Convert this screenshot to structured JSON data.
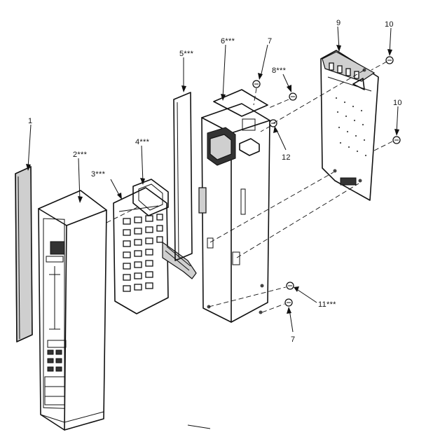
{
  "diagram": {
    "callouts": [
      {
        "id": "c1",
        "label": "1"
      },
      {
        "id": "c2",
        "label": "2***"
      },
      {
        "id": "c3",
        "label": "3***"
      },
      {
        "id": "c4",
        "label": "4***"
      },
      {
        "id": "c5",
        "label": "5***"
      },
      {
        "id": "c6",
        "label": "6***"
      },
      {
        "id": "c7a",
        "label": "7"
      },
      {
        "id": "c8",
        "label": "8***"
      },
      {
        "id": "c9",
        "label": "9"
      },
      {
        "id": "c10a",
        "label": "10"
      },
      {
        "id": "c10b",
        "label": "10"
      },
      {
        "id": "c11",
        "label": "11***"
      },
      {
        "id": "c12",
        "label": "12"
      },
      {
        "id": "c7b",
        "label": "7"
      }
    ]
  }
}
